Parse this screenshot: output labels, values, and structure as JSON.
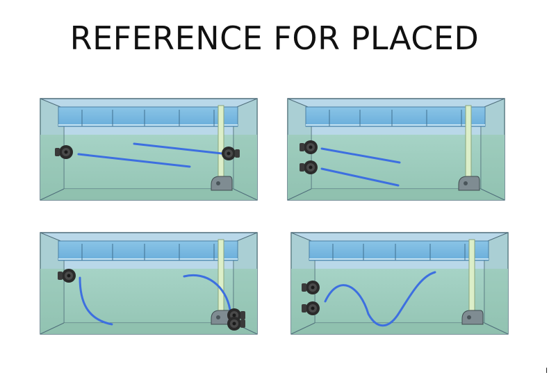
{
  "page": {
    "title": "REFERENCE FOR PLACED",
    "footer_mark": "I"
  },
  "colors": {
    "water": "#9ecdbf",
    "water_dark": "#8dbfae",
    "air": "#b7d7e8",
    "frame": "#4f6d7a",
    "overflow_box": "#76b8df",
    "flow_line": "#3d6fe0",
    "pump": "#2b2b2b"
  },
  "diagrams": [
    {
      "name": "diagram-opposing-pumps",
      "pumps": [
        "left-wall",
        "right-wall"
      ],
      "flow": "two straight opposing lines"
    },
    {
      "name": "diagram-stacked-left-pumps",
      "pumps": [
        "left-wall-upper",
        "left-wall-lower"
      ],
      "flow": "two parallel straight lines"
    },
    {
      "name": "diagram-corner-gyre",
      "pumps": [
        "left-wall",
        "right-bottom-corner"
      ],
      "flow": "two curved lines"
    },
    {
      "name": "diagram-wave-pattern",
      "pumps": [
        "left-wall-upper",
        "left-wall-lower"
      ],
      "flow": "sine wave"
    }
  ]
}
